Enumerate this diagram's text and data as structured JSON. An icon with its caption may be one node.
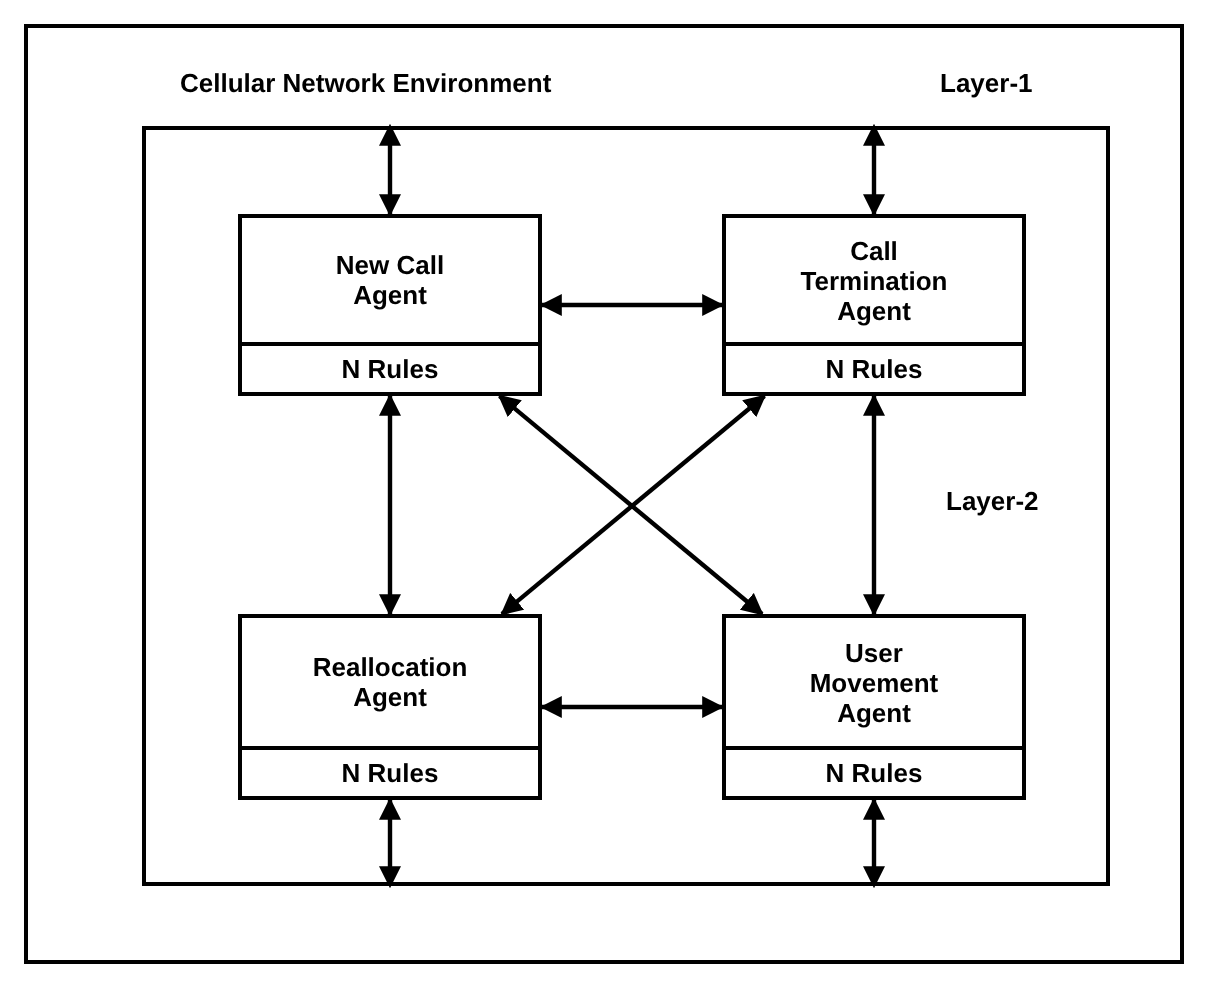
{
  "diagram": {
    "nodes": [
      {
        "text": [
          "Cellular Network Environment",
          "Layer-1"
        ]
      },
      {
        "text": [
          "Layer-2"
        ],
        "in": 0
      },
      {
        "text": [
          "New Call Agent",
          "N Rules"
        ],
        "in": 1
      },
      {
        "text": [
          "Call Termination Agent",
          "N Rules"
        ],
        "in": 1
      },
      {
        "text": [
          "Reallocation Agent",
          "N Rules"
        ],
        "in": 1
      },
      {
        "text": [
          "User Movement Agent",
          "N Rules"
        ],
        "in": 1
      }
    ],
    "edges": [
      {
        "from": 1,
        "to": 2,
        "arrow": "both"
      },
      {
        "from": 1,
        "to": 3,
        "arrow": "both"
      },
      {
        "from": 2,
        "to": 3,
        "arrow": "both"
      },
      {
        "from": 2,
        "to": 4,
        "arrow": "both"
      },
      {
        "from": 3,
        "to": 5,
        "arrow": "both"
      },
      {
        "from": 2,
        "to": 5,
        "arrow": "both"
      },
      {
        "from": 3,
        "to": 4,
        "arrow": "both"
      },
      {
        "from": 4,
        "to": 5,
        "arrow": "both"
      },
      {
        "from": 4,
        "to": 1,
        "arrow": "both"
      },
      {
        "from": 5,
        "to": 1,
        "arrow": "both"
      }
    ]
  }
}
